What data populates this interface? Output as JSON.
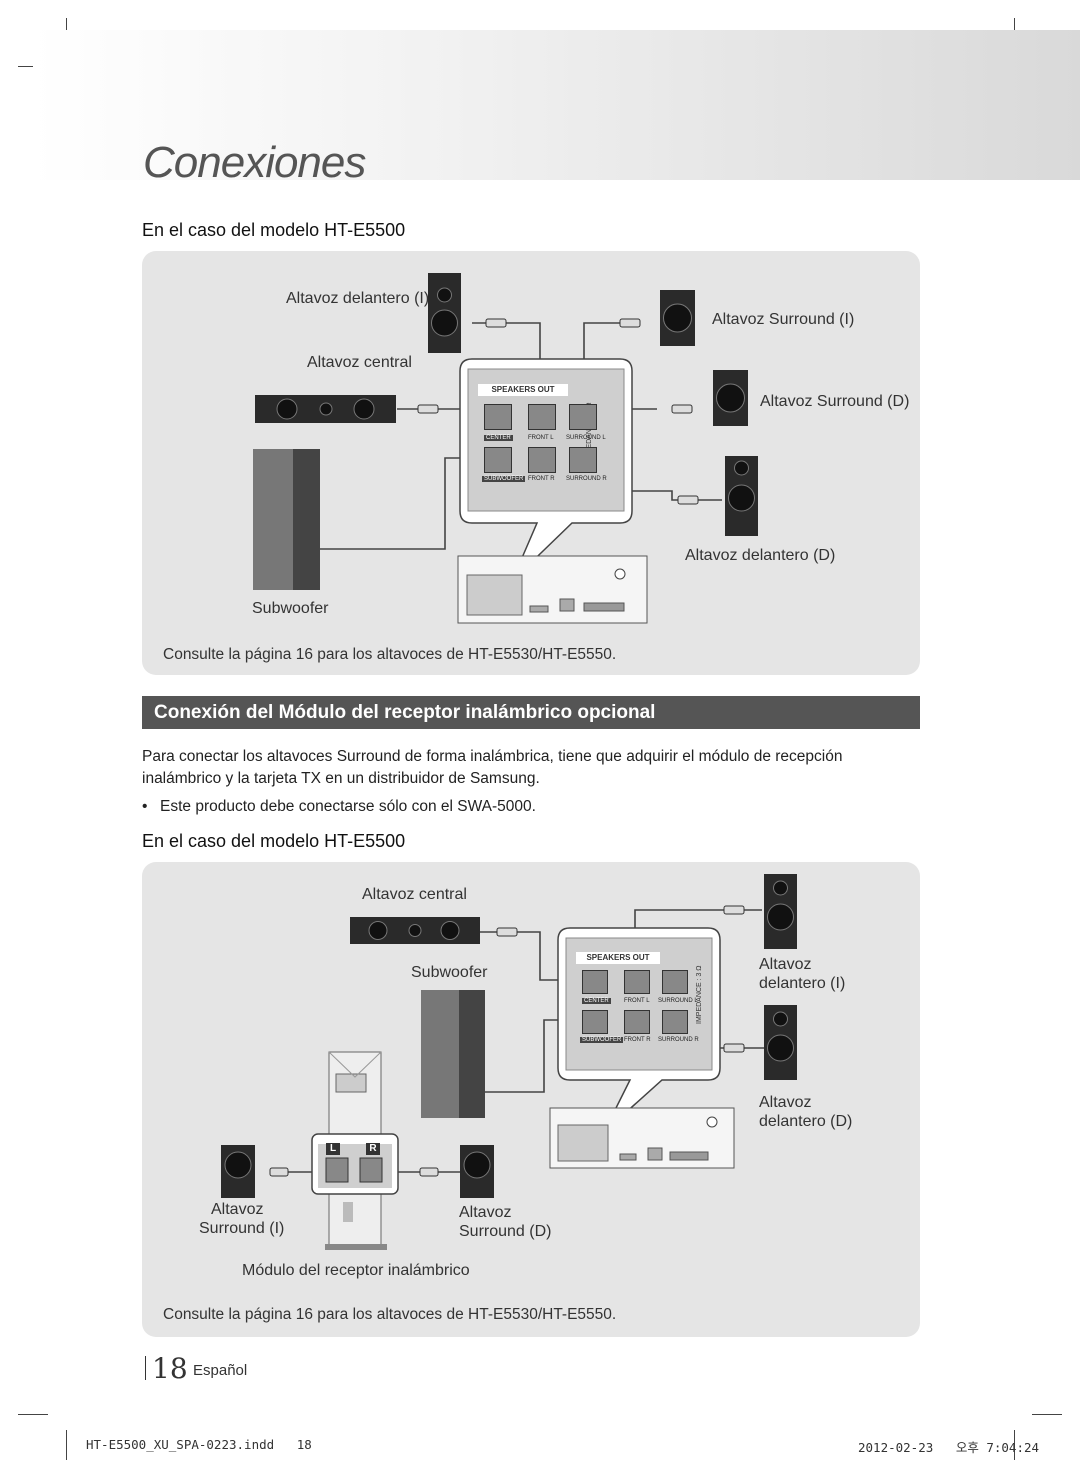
{
  "header": {
    "chapter_title": "Conexiones"
  },
  "section1": {
    "subtitle": "En el caso del modelo HT-E5500",
    "labels": {
      "front_left": "Altavoz delantero (I)",
      "center": "Altavoz central",
      "surround_left": "Altavoz Surround (I)",
      "surround_right": "Altavoz Surround (D)",
      "front_right": "Altavoz delantero (D)",
      "subwoofer": "Subwoofer"
    },
    "note": "Consulte la página 16 para los altavoces de HT-E5530/HT-E5550."
  },
  "panel_terminals": {
    "speakers_out": "SPEAKERS OUT",
    "impedance": "IMPEDANCE : 3 Ω",
    "center": "CENTER",
    "front_l": "FRONT L",
    "surround_l": "SURROUND L",
    "subwoofer": "SUBWOOFER",
    "front_r": "FRONT R",
    "surround_r": "SURROUND R"
  },
  "section2": {
    "bar_title": "Conexión del Módulo del receptor inalámbrico opcional",
    "paragraph": "Para conectar los altavoces Surround de forma inalámbrica, tiene que adquirir el módulo de recepción inalámbrico y la tarjeta TX en un distribuidor de Samsung.",
    "bullet": "Este producto debe conectarse sólo con el SWA-5000.",
    "subtitle": "En el caso del modelo HT-E5500",
    "labels": {
      "center": "Altavoz central",
      "subwoofer": "Subwoofer",
      "front_left_1": "Altavoz",
      "front_left_2": "delantero (I)",
      "front_right_1": "Altavoz",
      "front_right_2": "delantero (D)",
      "surround_left_1": "Altavoz",
      "surround_left_2": "Surround (I)",
      "surround_right_1": "Altavoz",
      "surround_right_2": "Surround (D)",
      "module": "Módulo del receptor inalámbrico",
      "module_l": "L",
      "module_r": "R"
    },
    "note": "Consulte la página 16 para los altavoces de HT-E5530/HT-E5550."
  },
  "page": {
    "number": "18",
    "language": "Español"
  },
  "footer": {
    "file": "HT-E5500_XU_SPA-0223.indd   18",
    "timestamp": "2012-02-23   오후 7:04:24"
  }
}
